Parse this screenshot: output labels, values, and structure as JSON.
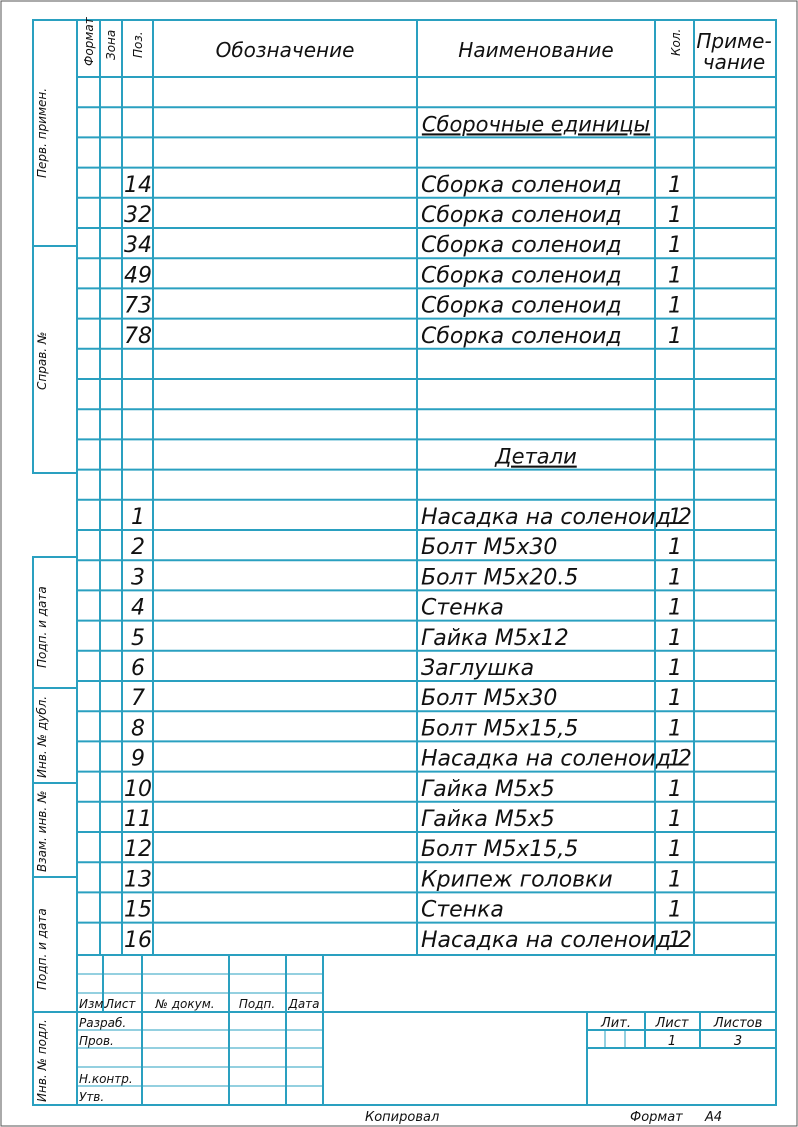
{
  "header": {
    "format": "Формат",
    "zone": "Зона",
    "pos": "Поз.",
    "designation": "Обозначение",
    "name": "Наименование",
    "qty": "Кол.",
    "note1": "Приме-",
    "note2": "чание"
  },
  "side_labels": {
    "perv_primen": "Перв. примен.",
    "sprav_no": "Справ. №",
    "podp_data_1": "Подп. и дата",
    "inv_dubl": "Инв. № дубл.",
    "vzam_inv": "Взам. инв. №",
    "podp_data_2": "Подп. и дата",
    "inv_podl": "Инв. № подл."
  },
  "rows": [
    {
      "pos": "",
      "name": "",
      "qty": ""
    },
    {
      "pos": "",
      "name": "Сборочные единицы",
      "qty": "",
      "section": true
    },
    {
      "pos": "",
      "name": "",
      "qty": ""
    },
    {
      "pos": "14",
      "name": "Сборка соленоид",
      "qty": "1"
    },
    {
      "pos": "32",
      "name": "Сборка соленоид",
      "qty": "1"
    },
    {
      "pos": "34",
      "name": "Сборка соленоид",
      "qty": "1"
    },
    {
      "pos": "49",
      "name": "Сборка соленоид",
      "qty": "1"
    },
    {
      "pos": "73",
      "name": "Сборка соленоид",
      "qty": "1"
    },
    {
      "pos": "78",
      "name": "Сборка соленоид",
      "qty": "1"
    },
    {
      "pos": "",
      "name": "",
      "qty": ""
    },
    {
      "pos": "",
      "name": "",
      "qty": ""
    },
    {
      "pos": "",
      "name": "",
      "qty": ""
    },
    {
      "pos": "",
      "name": "Детали",
      "qty": "",
      "section": true
    },
    {
      "pos": "",
      "name": "",
      "qty": ""
    },
    {
      "pos": "1",
      "name": "Насадка на соленоид 2",
      "qty": "1"
    },
    {
      "pos": "2",
      "name": "Болт М5х30",
      "qty": "1"
    },
    {
      "pos": "3",
      "name": "Болт М5х20.5",
      "qty": "1"
    },
    {
      "pos": "4",
      "name": "Стенка",
      "qty": "1"
    },
    {
      "pos": "5",
      "name": "Гайка М5х12",
      "qty": "1"
    },
    {
      "pos": "6",
      "name": "Заглушка",
      "qty": "1"
    },
    {
      "pos": "7",
      "name": "Болт М5х30",
      "qty": "1"
    },
    {
      "pos": "8",
      "name": "Болт М5х15,5",
      "qty": "1"
    },
    {
      "pos": "9",
      "name": "Насадка на соленоид 2",
      "qty": "1"
    },
    {
      "pos": "10",
      "name": "Гайка М5х5",
      "qty": "1"
    },
    {
      "pos": "11",
      "name": "Гайка М5х5",
      "qty": "1"
    },
    {
      "pos": "12",
      "name": "Болт М5х15,5",
      "qty": "1"
    },
    {
      "pos": "13",
      "name": "Крипеж головки",
      "qty": "1"
    },
    {
      "pos": "15",
      "name": "Стенка",
      "qty": "1"
    },
    {
      "pos": "16",
      "name": "Насадка на соленоид 2",
      "qty": "1"
    }
  ],
  "title_block": {
    "izm": "Изм.",
    "list": "Лист",
    "doc_no": "№ докум.",
    "podp": "Подп.",
    "data": "Дата",
    "razrab": "Разраб.",
    "prov": "Пров.",
    "n_kontr": "Н.контр.",
    "utv": "Утв.",
    "lit": "Лит.",
    "sheet": "Лист",
    "sheets": "Листов",
    "sheet_value": "1",
    "sheets_value": "3"
  },
  "footer": {
    "copied": "Копировал",
    "format_label": "Формат",
    "format_value": "А4"
  },
  "colors": {
    "line": "#2aa0c0",
    "text": "#111111"
  }
}
